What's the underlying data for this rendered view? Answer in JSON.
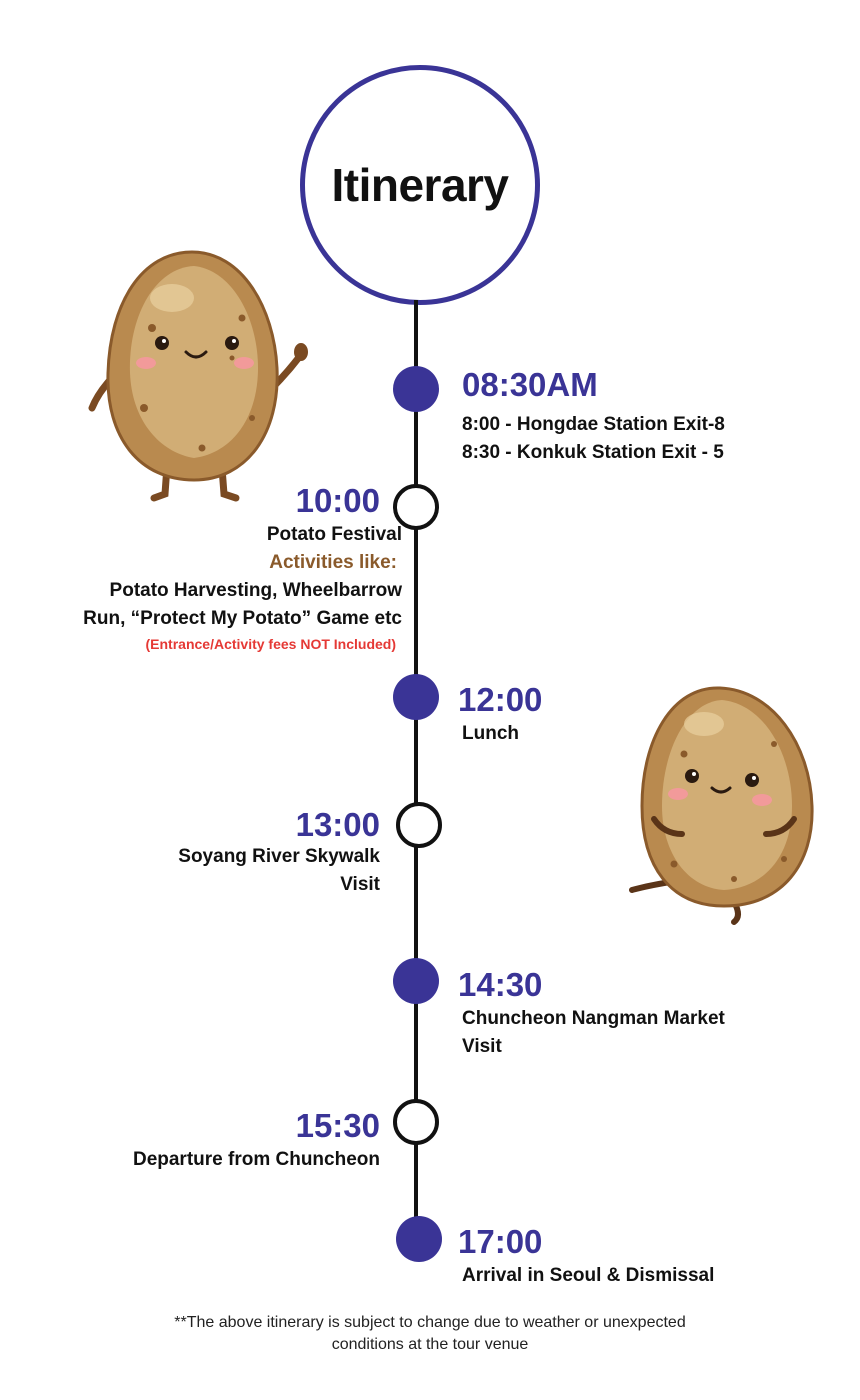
{
  "title": "Itinerary",
  "colors": {
    "accent": "#3a3496",
    "line": "#111111",
    "activities": "#8a5a2b",
    "warning": "#e53935",
    "potato": "#c49a5e"
  },
  "stops": [
    {
      "time": "08:30AM",
      "lines": [
        "8:00 - Hongdae Station Exit-8",
        "8:30 - Konkuk Station Exit - 5"
      ]
    },
    {
      "time": "10:00",
      "title": "Potato Festival",
      "activities_label": "Activities like:",
      "lines": [
        "Potato Harvesting, Wheelbarrow",
        "Run, “Protect My Potato” Game etc"
      ],
      "note": "(Entrance/Activity fees NOT Included)"
    },
    {
      "time": "12:00",
      "lines": [
        "Lunch"
      ]
    },
    {
      "time": "13:00",
      "lines": [
        "Soyang River Skywalk",
        "Visit"
      ]
    },
    {
      "time": "14:30",
      "lines": [
        "Chuncheon Nangman Market",
        "Visit"
      ]
    },
    {
      "time": "15:30",
      "lines": [
        "Departure from Chuncheon"
      ]
    },
    {
      "time": "17:00",
      "lines": [
        "Arrival in Seoul & Dismissal"
      ]
    }
  ],
  "footnote": [
    "**The above itinerary is subject to change due to weather or unexpected",
    "conditions at the tour venue"
  ],
  "icons": [
    "potato-waving-icon",
    "potato-sitting-icon"
  ]
}
